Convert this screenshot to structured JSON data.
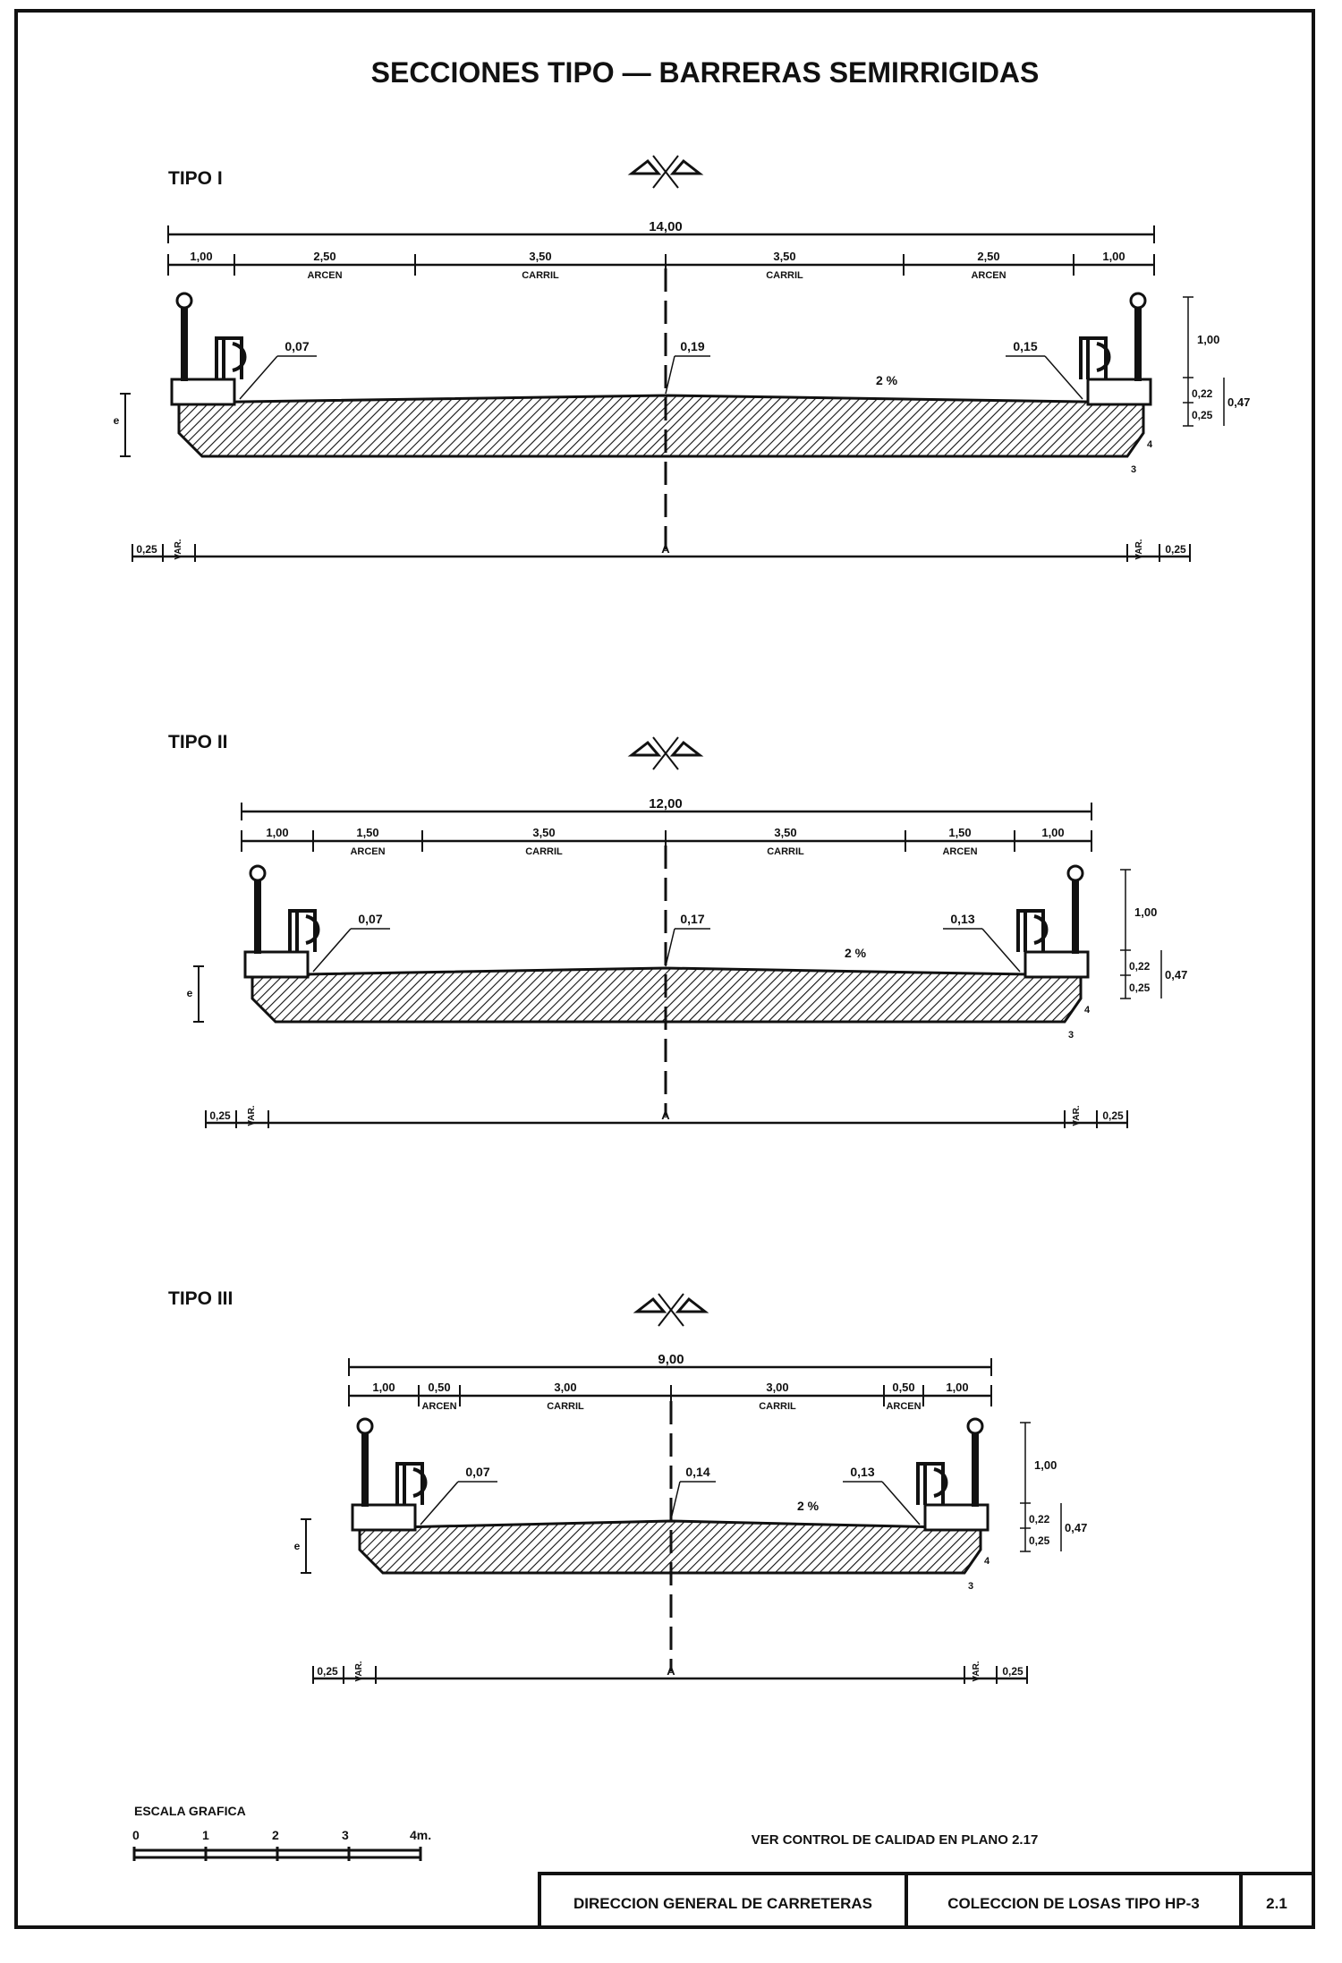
{
  "title": "SECCIONES TIPO — BARRERAS SEMIRRIGIDAS",
  "sections": [
    {
      "name": "TIPO I",
      "total": "14,00",
      "segments": [
        {
          "value": "1,00",
          "label": ""
        },
        {
          "value": "2,50",
          "label": "ARCEN"
        },
        {
          "value": "3,50",
          "label": "CARRIL"
        },
        {
          "value": "3,50",
          "label": "CARRIL"
        },
        {
          "value": "2,50",
          "label": "ARCEN"
        },
        {
          "value": "1,00",
          "label": ""
        }
      ],
      "left_thickness": "0,07",
      "center_thickness": "0,19",
      "right_thickness": "0,15",
      "slope": "2 %",
      "height_barrier": "1,00",
      "height_a": "0,22",
      "height_b": "0,25",
      "height_total": "0,47",
      "slab_e": "e",
      "chamfer_a": "4",
      "chamfer_b": "3",
      "bottom_left": "0,25",
      "bottom_right": "0,25",
      "var": "VAR.",
      "axis": "A"
    },
    {
      "name": "TIPO II",
      "total": "12,00",
      "segments": [
        {
          "value": "1,00",
          "label": ""
        },
        {
          "value": "1,50",
          "label": "ARCEN"
        },
        {
          "value": "3,50",
          "label": "CARRIL"
        },
        {
          "value": "3,50",
          "label": "CARRIL"
        },
        {
          "value": "1,50",
          "label": "ARCEN"
        },
        {
          "value": "1,00",
          "label": ""
        }
      ],
      "left_thickness": "0,07",
      "center_thickness": "0,17",
      "right_thickness": "0,13",
      "slope": "2 %",
      "height_barrier": "1,00",
      "height_a": "0,22",
      "height_b": "0,25",
      "height_total": "0,47",
      "slab_e": "e",
      "chamfer_a": "4",
      "chamfer_b": "3",
      "bottom_left": "0,25",
      "bottom_right": "0,25",
      "var": "VAR.",
      "axis": "A"
    },
    {
      "name": "TIPO III",
      "total": "9,00",
      "segments": [
        {
          "value": "1,00",
          "label": ""
        },
        {
          "value": "0,50",
          "label": "ARCEN"
        },
        {
          "value": "3,00",
          "label": "CARRIL"
        },
        {
          "value": "3,00",
          "label": "CARRIL"
        },
        {
          "value": "0,50",
          "label": "ARCEN"
        },
        {
          "value": "1,00",
          "label": ""
        }
      ],
      "left_thickness": "0,07",
      "center_thickness": "0,14",
      "right_thickness": "0,13",
      "slope": "2 %",
      "height_barrier": "1,00",
      "height_a": "0,22",
      "height_b": "0,25",
      "height_total": "0,47",
      "slab_e": "e",
      "chamfer_a": "4",
      "chamfer_b": "3",
      "bottom_left": "0,25",
      "bottom_right": "0,25",
      "var": "VAR.",
      "axis": "A"
    }
  ],
  "scale": {
    "label": "ESCALA GRAFICA",
    "ticks": [
      "0",
      "1",
      "2",
      "3",
      "4m."
    ]
  },
  "footer": {
    "note": "VER CONTROL DE CALIDAD EN PLANO 2.17",
    "agency": "DIRECCION GENERAL DE CARRETERAS",
    "collection": "COLECCION DE LOSAS TIPO HP-3",
    "sheet_number": "2.1"
  }
}
